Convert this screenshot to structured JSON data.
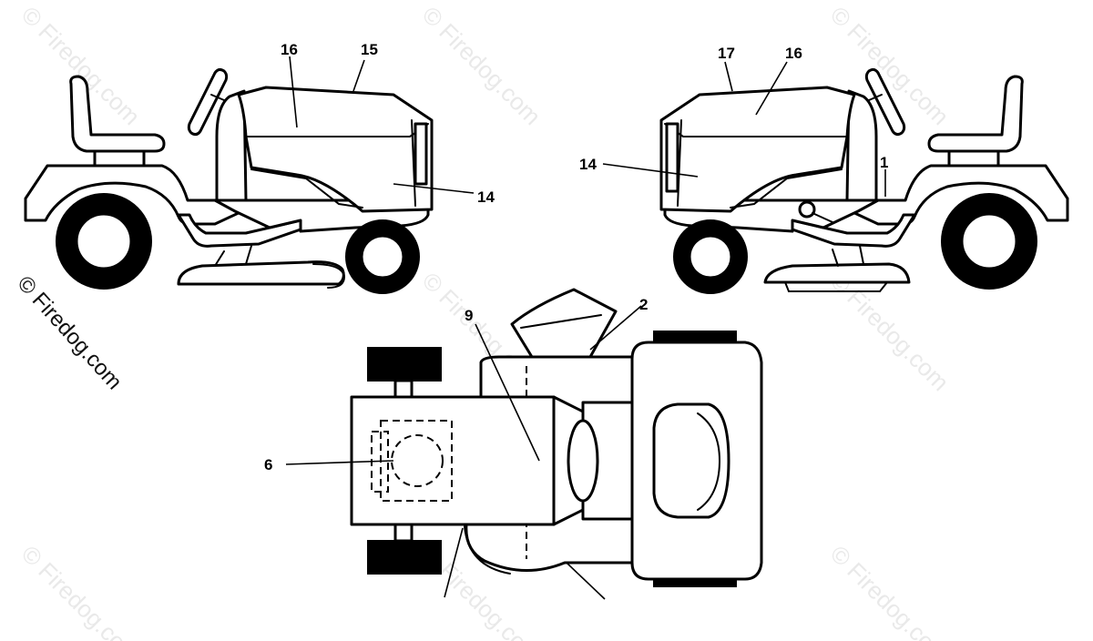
{
  "callouts": {
    "c16_left": "16",
    "c15": "15",
    "c14_left": "14",
    "c17": "17",
    "c16_right": "16",
    "c14_right": "14",
    "c1": "1",
    "c9": "9",
    "c2": "2",
    "c6": "6"
  },
  "watermark": {
    "text": "© Firedog.com"
  }
}
